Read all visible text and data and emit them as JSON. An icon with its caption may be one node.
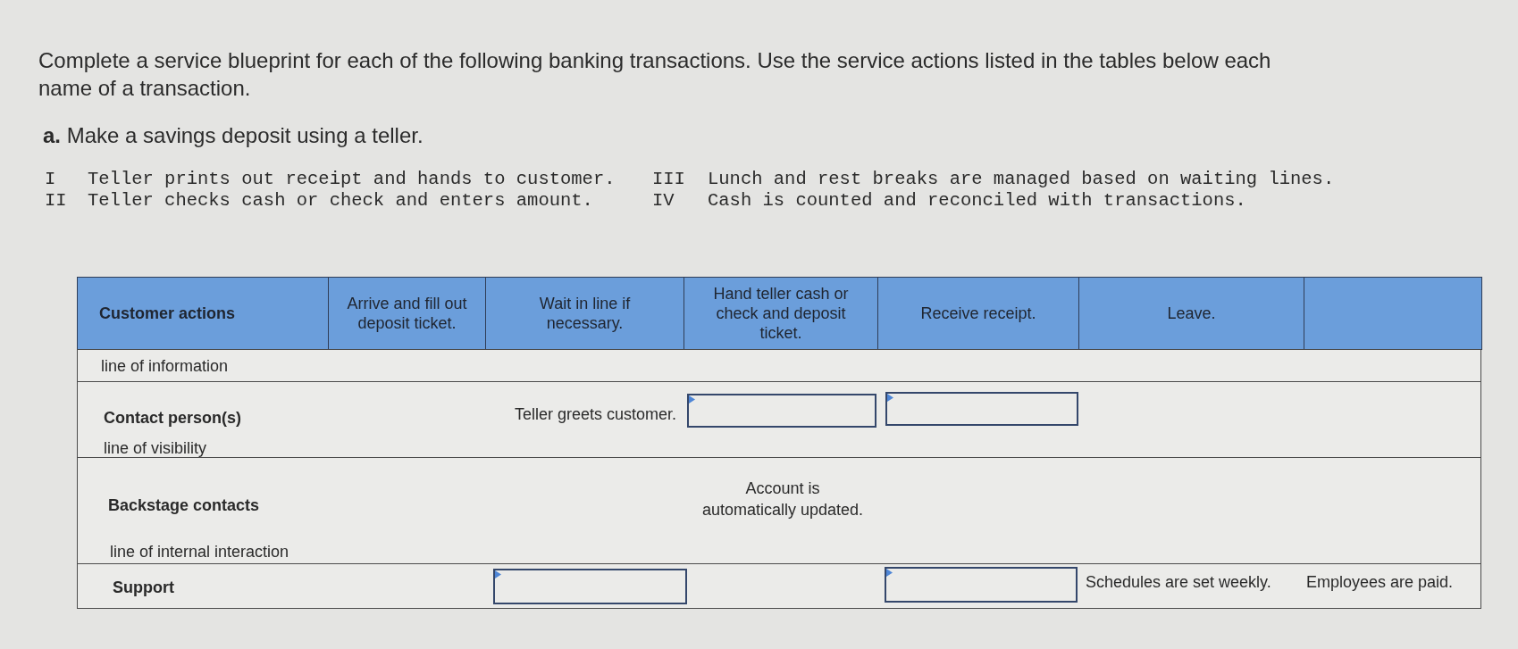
{
  "diagram": {
    "nodes": [
      {
        "text": [
          "Customer actions"
        ]
      },
      {
        "text": [
          "Arrive and fill out deposit ticket."
        ]
      },
      {
        "text": [
          "Wait in line if necessary."
        ]
      },
      {
        "text": [
          "Hand teller cash or check and deposit ticket."
        ]
      },
      {
        "text": [
          "Receive receipt."
        ]
      },
      {
        "text": [
          "Leave."
        ]
      },
      {
        "text": [],
        "shape": "box"
      },
      {
        "text": [
          "line of information"
        ]
      },
      {
        "text": [
          "Contact person(s)",
          "Teller greets customer.",
          "line of visibility"
        ]
      },
      {
        "text": [],
        "shape": "box",
        "in": 8
      },
      {
        "text": [],
        "shape": "box",
        "in": 8
      },
      {
        "text": [
          "Backstage contacts",
          "Account is automatically updated.",
          "line of internal interaction"
        ]
      },
      {
        "text": [
          "Support",
          "Schedules are set weekly.",
          "Employees are paid."
        ]
      },
      {
        "text": [],
        "shape": "box",
        "in": 12
      },
      {
        "text": [],
        "shape": "box",
        "in": 12
      }
    ],
    "labels": [
      "Complete a service blueprint for each of the following banking transactions. Use the service actions listed in the tables below each name of a transaction.",
      "**a.** Make a savings deposit using a teller.",
      "I",
      "Teller prints out receipt and hands to customer.",
      "III",
      "Lunch and rest breaks are managed based on waiting lines.",
      "II",
      "Teller checks cash or check and enters amount.",
      "IV",
      "Cash is counted and reconciled with transactions."
    ]
  }
}
